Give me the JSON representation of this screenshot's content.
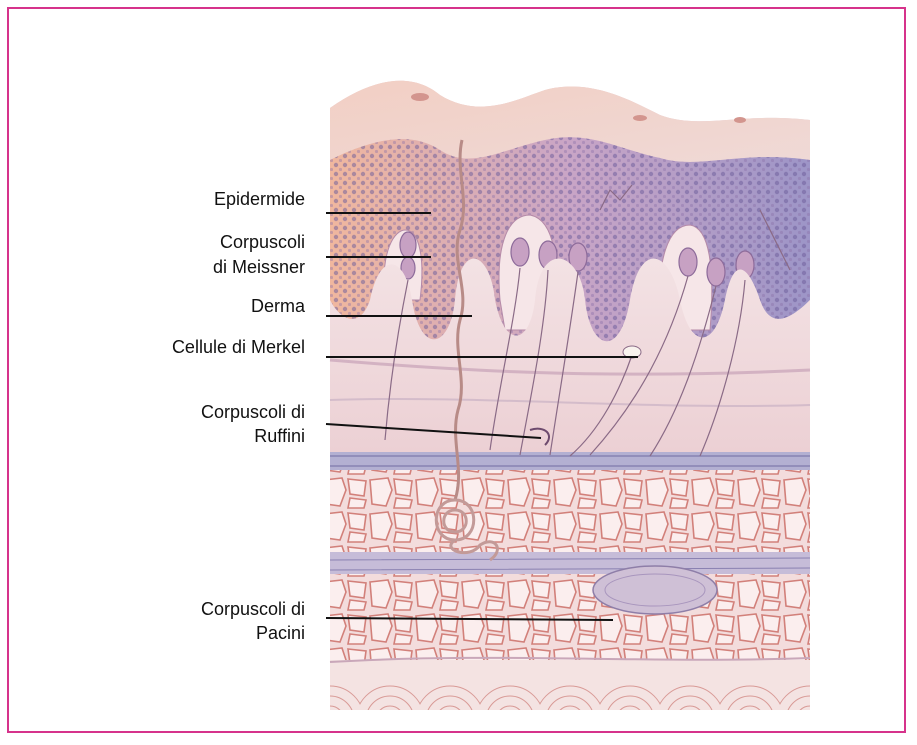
{
  "frame_color": "#d6338b",
  "labels": {
    "epidermide": "Epidermide",
    "meissner_1": "Corpuscoli",
    "meissner_2": "di Meissner",
    "derma": "Derma",
    "merkel": "Cellule di Merkel",
    "ruffini_1": "Corpuscoli di",
    "ruffini_2": "Ruffini",
    "pacini_1": "Corpuscoli di",
    "pacini_2": "Pacini"
  }
}
